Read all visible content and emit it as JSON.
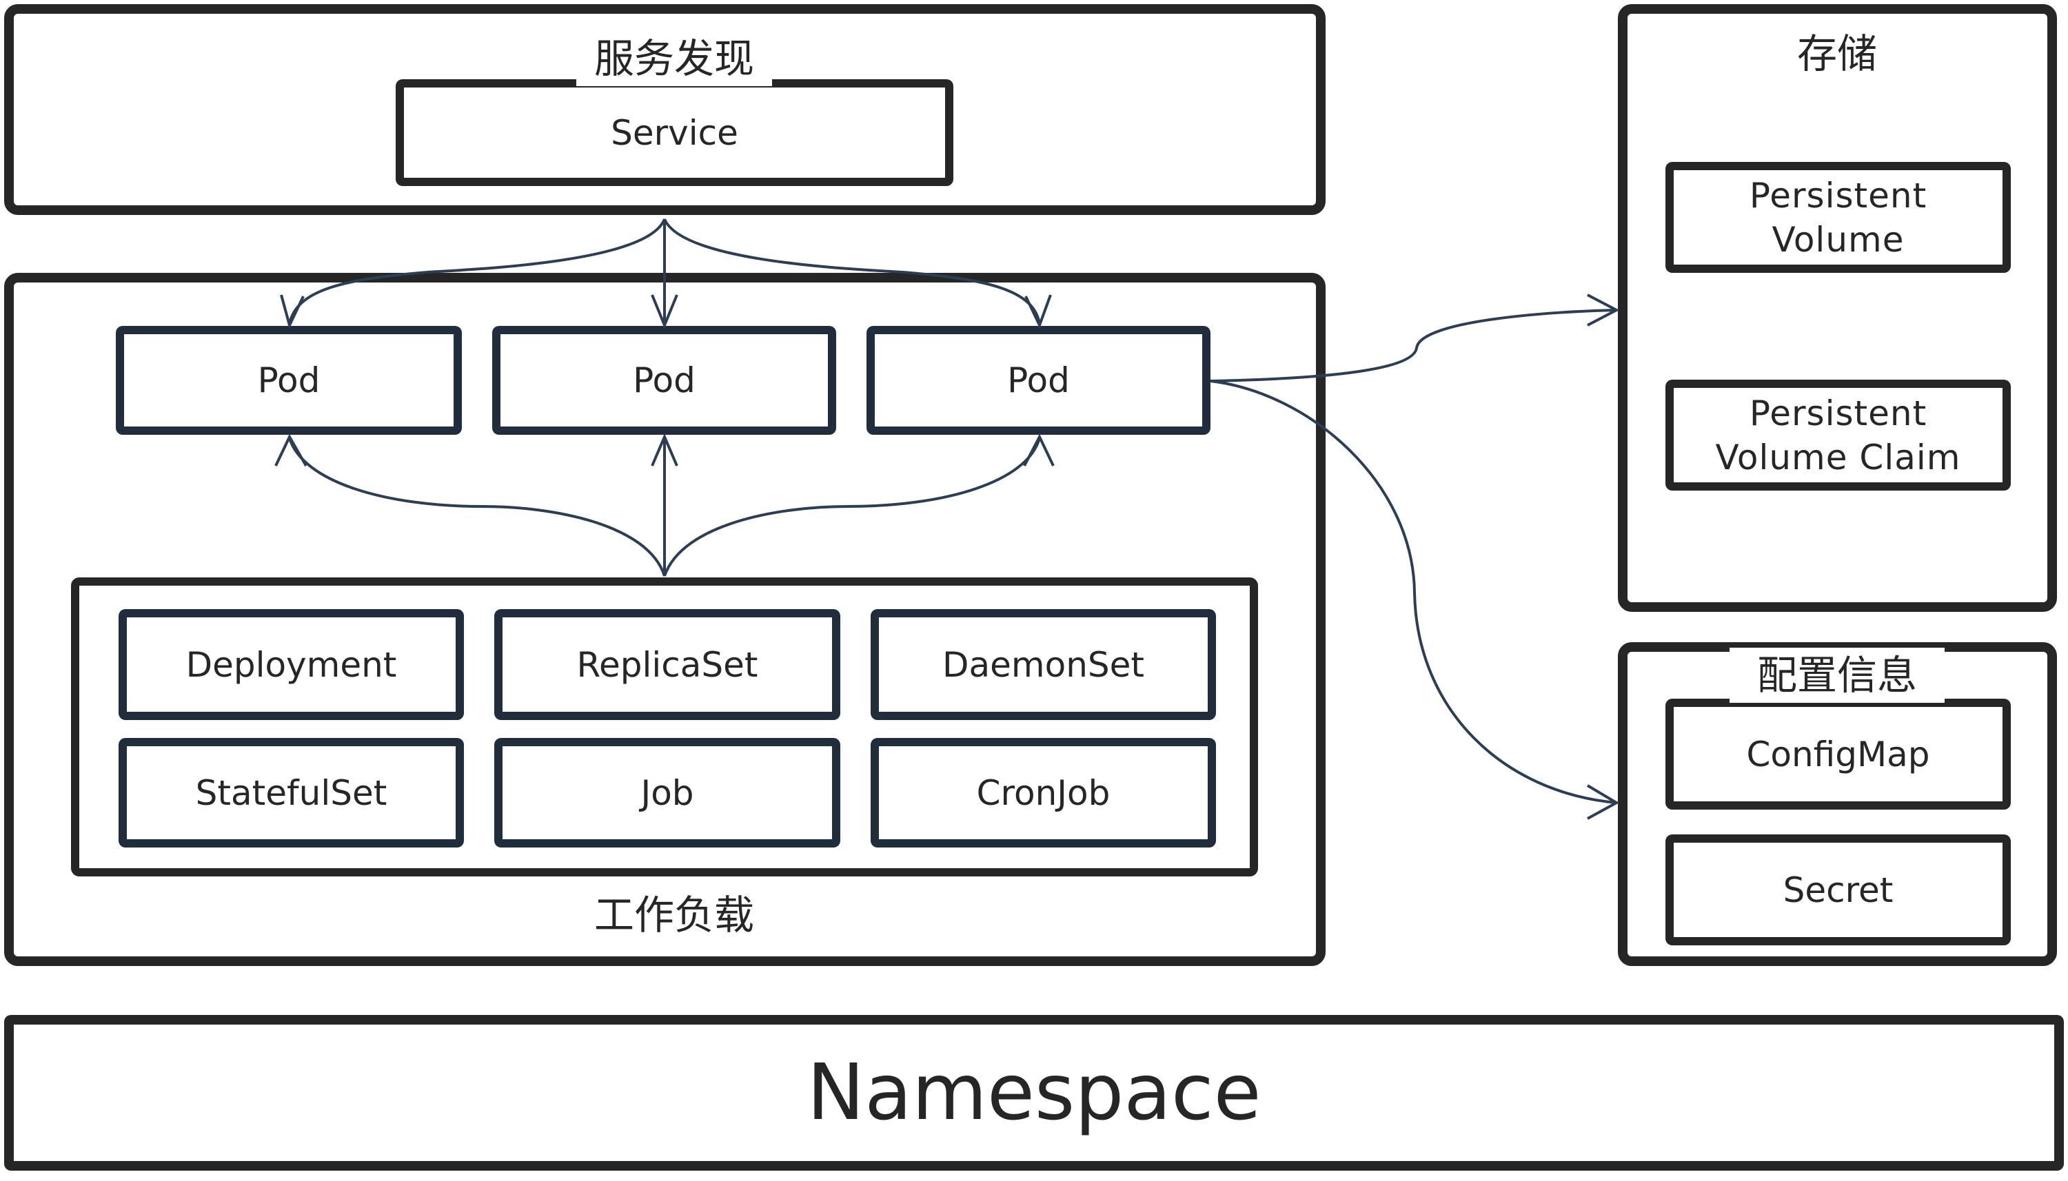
{
  "service_discovery": {
    "title": "服务发现",
    "service": "Service"
  },
  "workload": {
    "title": "工作负载",
    "pods": [
      "Pod",
      "Pod",
      "Pod"
    ],
    "controllers": [
      "Deployment",
      "ReplicaSet",
      "DaemonSet",
      "StatefulSet",
      "Job",
      "CronJob"
    ]
  },
  "storage": {
    "title": "存储",
    "items": [
      "Persistent\nVolume",
      "Persistent\nVolume Claim"
    ]
  },
  "config": {
    "title": "配置信息",
    "items": [
      "ConfigMap",
      "Secret"
    ]
  },
  "namespace": {
    "label": "Namespace"
  },
  "colors": {
    "border": "#262626",
    "arrow": "#2c3e55",
    "pod_border": "#1f2d3d"
  }
}
